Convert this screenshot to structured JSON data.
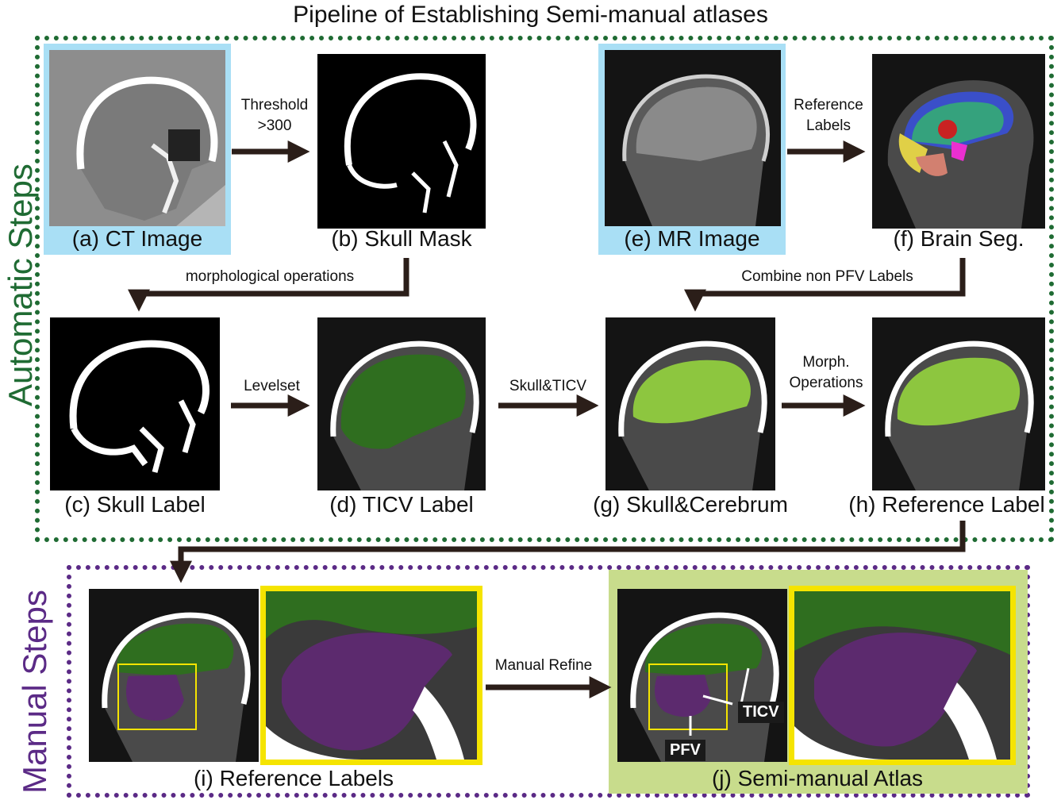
{
  "title": "Pipeline of Establishing Semi-manual atlases",
  "sections": {
    "automatic": "Automatic Steps",
    "manual": "Manual Steps"
  },
  "panels": {
    "a": "(a) CT Image",
    "b": "(b) Skull Mask",
    "c": "(c) Skull Label",
    "d": "(d) TICV Label",
    "e": "(e) MR Image",
    "f": "(f) Brain Seg.",
    "g": "(g) Skull&Cerebrum",
    "h": "(h) Reference Label",
    "i": "(i) Reference Labels",
    "j": "(j) Semi-manual Atlas"
  },
  "arrows": {
    "threshold_line1": "Threshold",
    "threshold_line2": ">300",
    "reference_line1": "Reference",
    "reference_line2": "Labels",
    "morphological": "morphological operations",
    "combine": "Combine non PFV Labels",
    "levelset": "Levelset",
    "skull_ticv": "Skull&TICV",
    "morph_line1": "Morph.",
    "morph_line2": "Operations",
    "manual_refine": "Manual Refine"
  },
  "callouts": {
    "ticv": "TICV",
    "pfv": "PFV"
  },
  "colors": {
    "automatic_border": "#1f6b33",
    "manual_border": "#5b2a86",
    "input_highlight": "#a9dff5",
    "atlas_highlight": "#c8dc8c",
    "zoom_frame": "#f5e400",
    "arrow": "#2b1e19",
    "cerebrum_label": "#2f6e1f",
    "pfv_label": "#5c2a6e"
  }
}
